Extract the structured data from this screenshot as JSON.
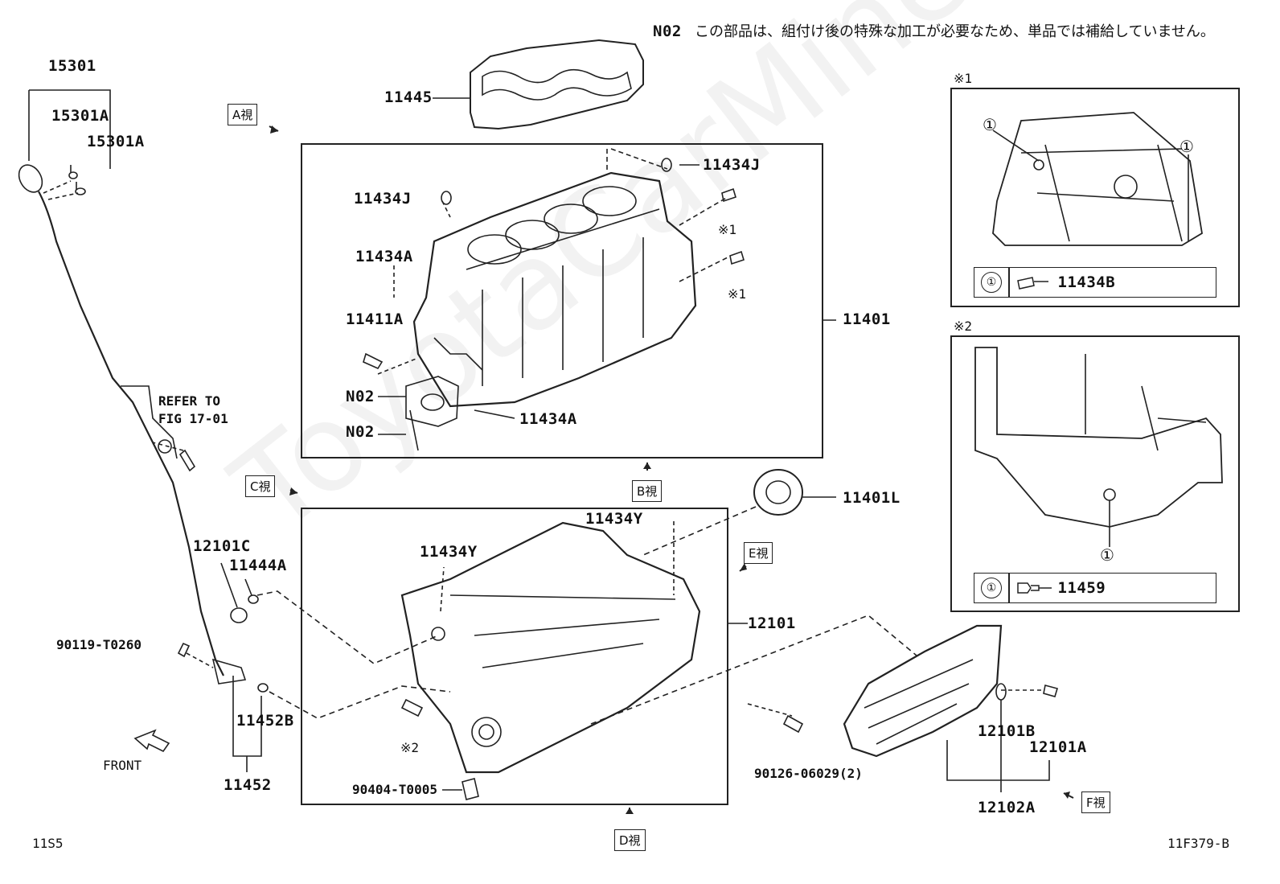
{
  "note": {
    "code": "N02",
    "text": "この部品は、組付け後の特殊な加工が必要なため、単品では補給していません。"
  },
  "views": {
    "a": "A視",
    "b": "B視",
    "c": "C視",
    "d": "D視",
    "e": "E視",
    "f": "F視"
  },
  "refer": {
    "line1": "REFER TO",
    "line2": "FIG 17-01"
  },
  "front": "FRONT",
  "panel1": {
    "title": "※1",
    "marker": "①",
    "part": "11434B"
  },
  "panel2": {
    "title": "※2",
    "marker": "①",
    "part": "11459"
  },
  "footer": {
    "left": "11S5",
    "right": "11F379-B"
  },
  "watermark": "ToyotaCarMine.ru",
  "parts": {
    "p15301": "15301",
    "p15301A_1": "15301A",
    "p15301A_2": "15301A",
    "p11445": "11445",
    "p11434J_1": "11434J",
    "p11434J_2": "11434J",
    "mark1a": "※1",
    "mark1b": "※1",
    "p11434A_1": "11434A",
    "p11411A": "11411A",
    "p11401": "11401",
    "pN02_1": "N02",
    "pN02_2": "N02",
    "p11434A_2": "11434A",
    "p11401L": "11401L",
    "p11434Y_1": "11434Y",
    "p11434Y_2": "11434Y",
    "p12101C": "12101C",
    "p11444A": "11444A",
    "p12101": "12101",
    "p90119": "90119-T0260",
    "p11452B": "11452B",
    "p11452": "11452",
    "mark2": "※2",
    "p90404": "90404-T0005",
    "p90126": "90126-06029(2)",
    "p12101B": "12101B",
    "p12101A": "12101A",
    "p12102A": "12102A"
  }
}
